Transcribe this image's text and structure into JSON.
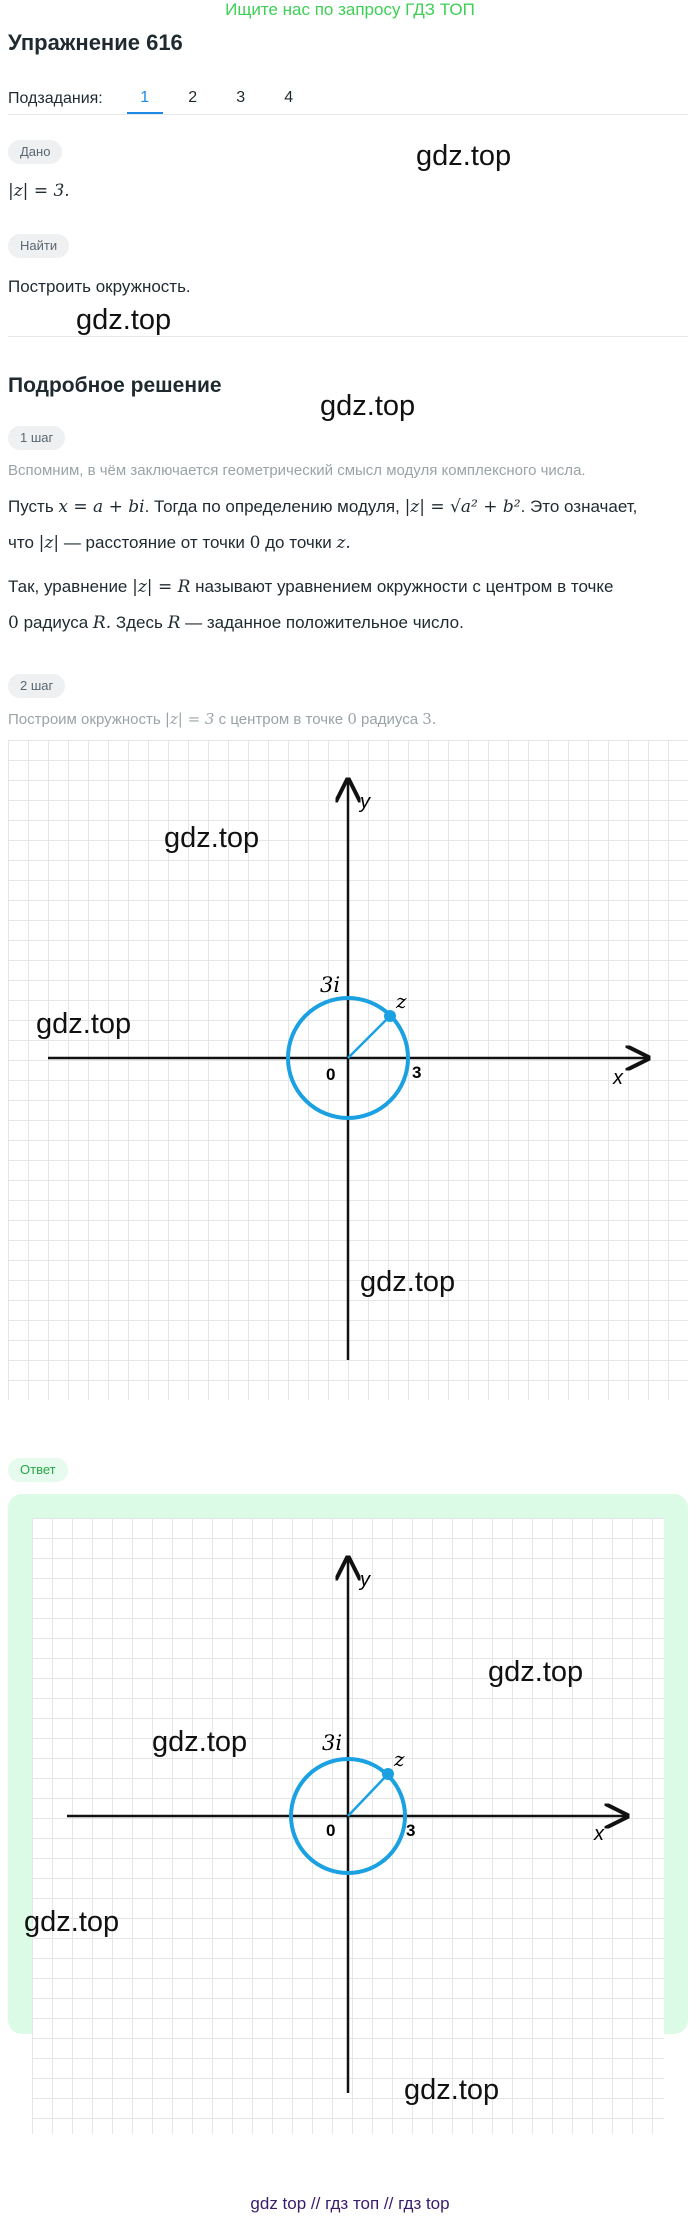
{
  "banner": "Ищите нас по запросу ГДЗ ТОП",
  "title": "Упражнение 616",
  "subtasks": {
    "label": "Подзадания:",
    "tabs": [
      "1",
      "2",
      "3",
      "4"
    ]
  },
  "given": {
    "pill": "Дано",
    "expr": "|z| = 3."
  },
  "find": {
    "pill": "Найти",
    "text": "Построить окружность."
  },
  "solution": {
    "title": "Подробное решение",
    "step1": {
      "pill": "1 шаг",
      "hint": "Вспомним, в чём заключается геометрический смысл модуля комплексного числа.",
      "line1a": "Пусть",
      "line1m1": "x = a + bi",
      "line1b": ". Тогда по определению модуля,",
      "line1m2": "|z| = √a² + b²",
      "line1c": ". Это означает,",
      "line2a": "что",
      "line2m1": "|z|",
      "line2b": "— расстояние от точки",
      "line2m2": "0",
      "line2c": "до точки",
      "line2m3": "z.",
      "line3a": "Так, уравнение",
      "line3m1": "|z| = R",
      "line3b": "называют уравнением окружности с центром в точке",
      "line4m1": "0",
      "line4a": "радиуса",
      "line4m2": "R.",
      "line4b": "Здесь",
      "line4m3": "R",
      "line4c": "— заданное положительное число."
    },
    "step2": {
      "pill": "2 шаг",
      "hint_a": "Построим окружность",
      "hint_m1": "|z| = 3",
      "hint_b": "с центром в точке",
      "hint_m2": "0",
      "hint_c": "радиуса",
      "hint_m3": "3."
    }
  },
  "graph": {
    "y_label": "y",
    "x_label": "x",
    "origin": "0",
    "r_label": "3",
    "i_label": "3i",
    "z_label": "z",
    "radius": 3,
    "circle_color": "#1ba1e2"
  },
  "answer": {
    "pill": "Ответ"
  },
  "watermark": "gdz.top",
  "footer": "gdz top  //  гдз топ  //  гдз top"
}
